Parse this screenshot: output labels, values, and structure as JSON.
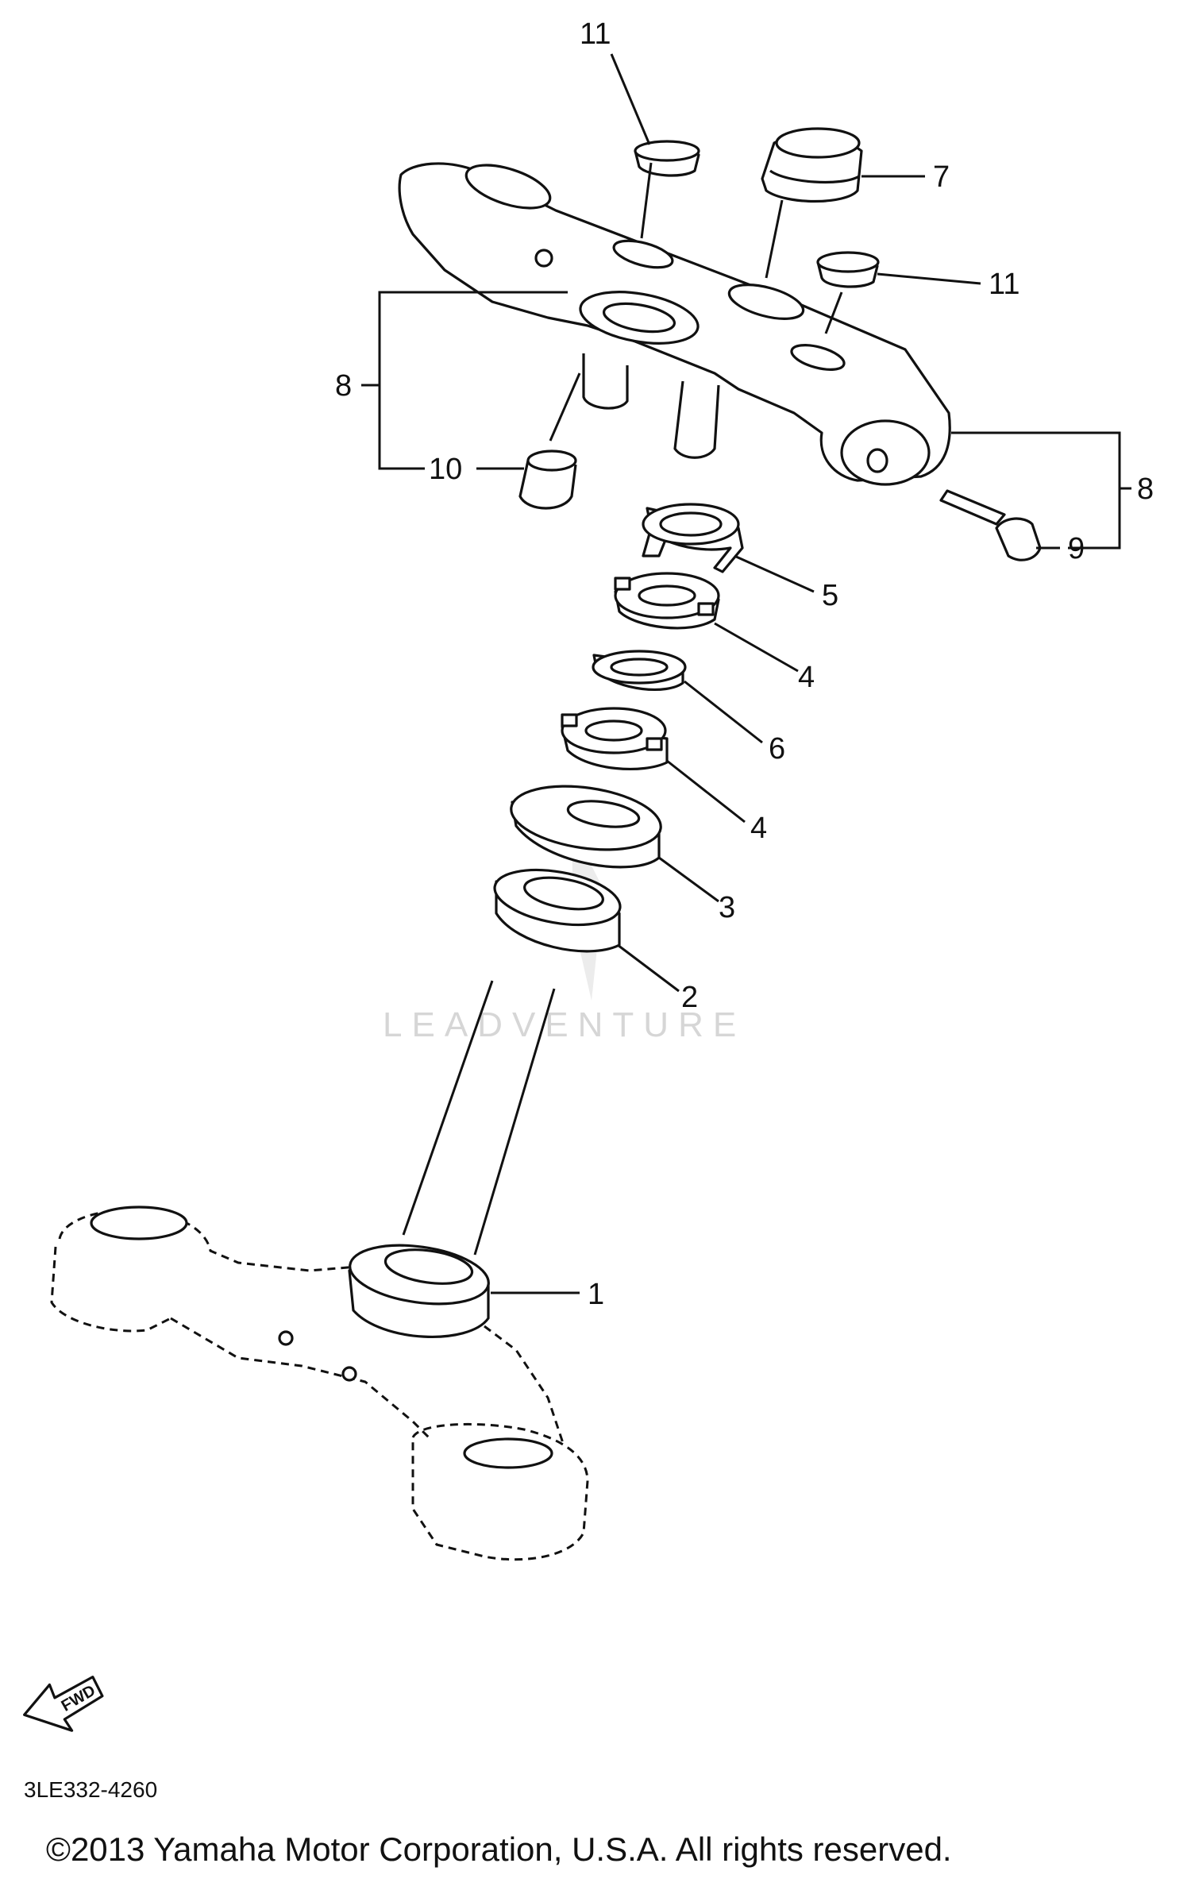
{
  "diagram": {
    "callouts": {
      "c1": "1",
      "c2": "2",
      "c3": "3",
      "c4a": "4",
      "c4b": "4",
      "c5": "5",
      "c6": "6",
      "c7": "7",
      "c8a": "8",
      "c8b": "8",
      "c9": "9",
      "c10": "10",
      "c11a": "11",
      "c11b": "11"
    },
    "watermark": "LEADVENTURE",
    "fwd_label": "FWD"
  },
  "footer": {
    "diagram_code": "3LE332-4260",
    "copyright": "©2013 Yamaha Motor Corporation, U.S.A. All rights reserved."
  }
}
